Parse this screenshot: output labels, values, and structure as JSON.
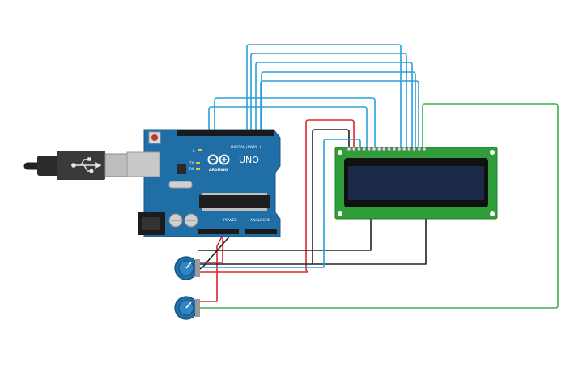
{
  "circuit": {
    "arduino": {
      "model_label": "UNO",
      "brand_label": "ARDUINO",
      "digital_header_label": "DIGITAL (PWM~)",
      "power_header_label": "POWER",
      "analog_header_label": "ANALOG IN",
      "led_labels": [
        "L",
        "TX",
        "RX"
      ],
      "board_color": "#1f6fa6"
    },
    "lcd": {
      "name": "16x2 LCD",
      "pcb_color": "#2f9e3a",
      "screen_color": "#1c2a4a",
      "pin_count": 16
    },
    "potentiometers": [
      {
        "name": "potentiometer-1"
      },
      {
        "name": "potentiometer-2"
      }
    ],
    "usb_cable": {
      "name": "usb-cable"
    },
    "wire_colors": {
      "data": "#2a9fd8",
      "power": "#d8262c",
      "ground": "#222222",
      "signal": "#3bb04a"
    }
  }
}
